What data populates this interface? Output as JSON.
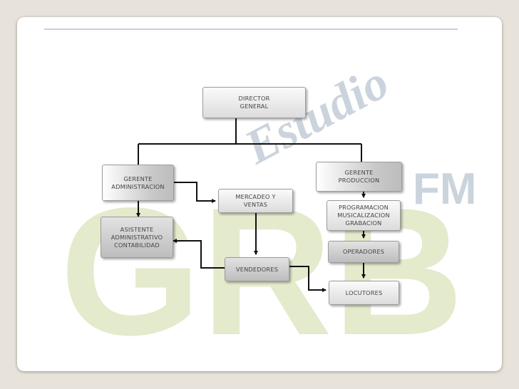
{
  "orgchart": {
    "director": "DIRECTOR\nGENERAL",
    "gerente_admin": "GERENTE\nADMINISTRACION",
    "mercadeo": "MERCADEO Y\nVENTAS",
    "gerente_prod": "GERENTE\nPRODUCCION",
    "asistente": "ASISTENTE\nADMINISTRATIVO\nCONTABILIDAD",
    "programacion": "PROGRAMACION\nMUSICALIZACION\nGRABACION",
    "operadores": "OPERADORES",
    "vendedores": "VENDEDORES",
    "locutores": "LOCUTORES"
  },
  "watermark": {
    "script_text": "Estudio",
    "fm_text": "FM",
    "logo_letters": "GRB"
  }
}
